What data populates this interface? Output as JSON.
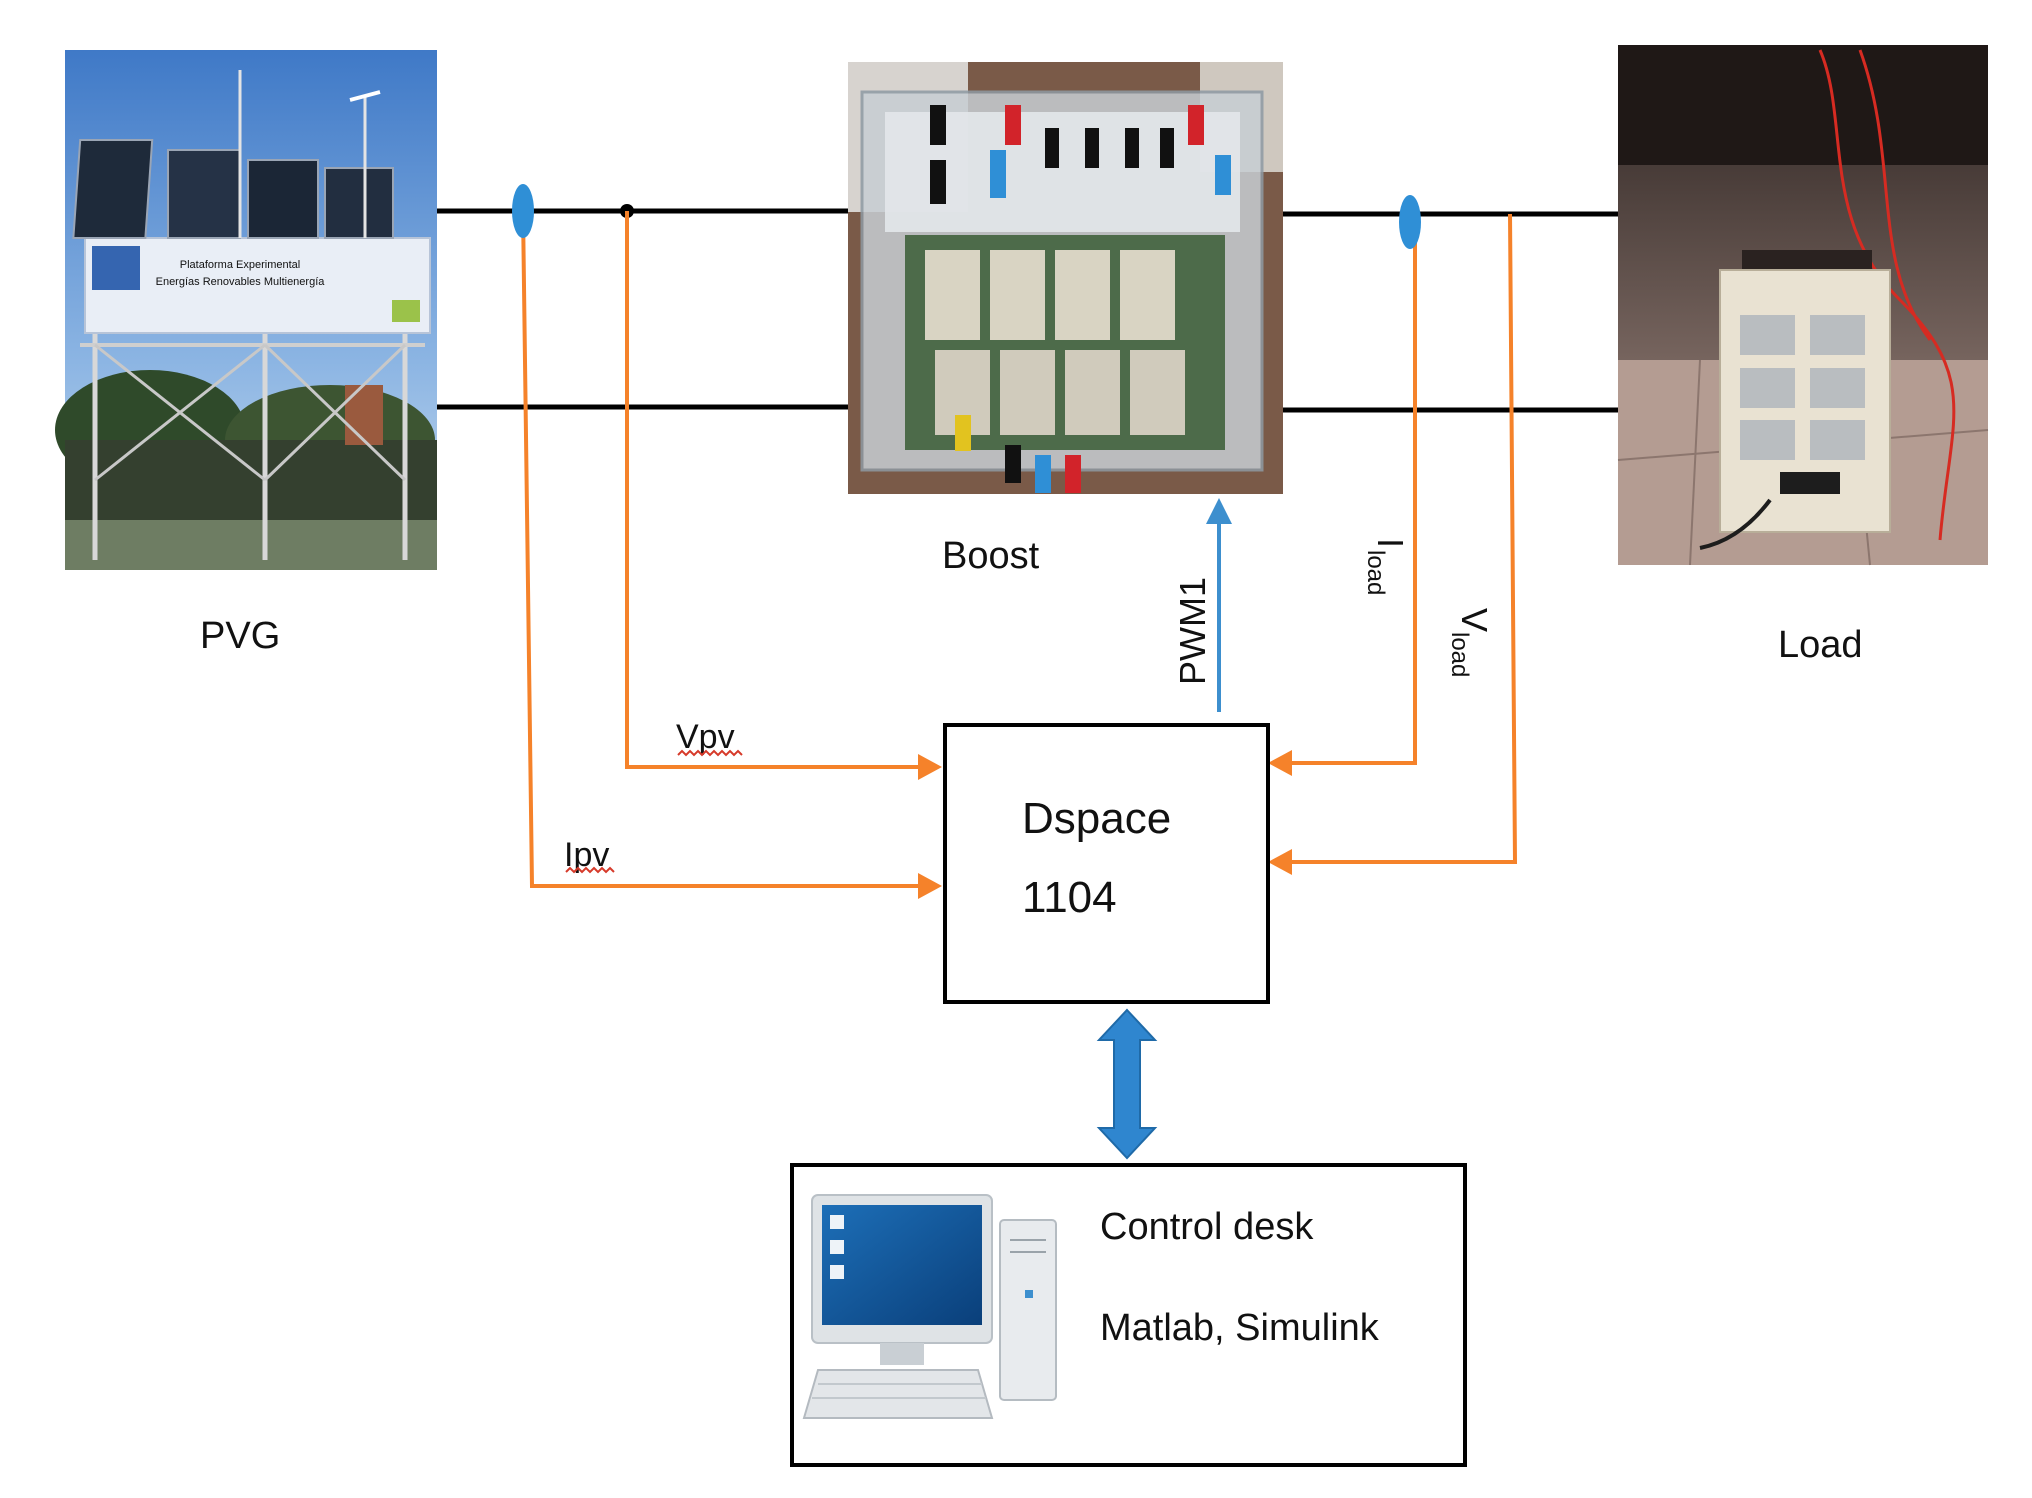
{
  "labels": {
    "pvg": "PVG",
    "boost": "Boost",
    "load": "Load",
    "pwm": "PWM1",
    "vpv": "Vpv",
    "ipv": "Ipv",
    "i_load_main": "I",
    "i_load_sub": "load",
    "v_load_main": "V",
    "v_load_sub": "load"
  },
  "dspace": {
    "line1": "Dspace",
    "line2": "1104"
  },
  "pc": {
    "line1": "Control desk",
    "line2": "Matlab, Simulink"
  },
  "photo_banner": {
    "title": "Plataforma Experimental",
    "subtitle": "Energías Renovables Multienergía"
  },
  "colors": {
    "sense_wire": "#f5822a",
    "control_blue": "#3d8fce",
    "power_wire": "#000000",
    "sky": "#5a8fd0",
    "ground": "#3b3f3a"
  },
  "icons": [
    "pv-array-photo",
    "boost-converter-photo",
    "electronic-load-photo",
    "current-sensor-icon",
    "desktop-computer-icon"
  ]
}
